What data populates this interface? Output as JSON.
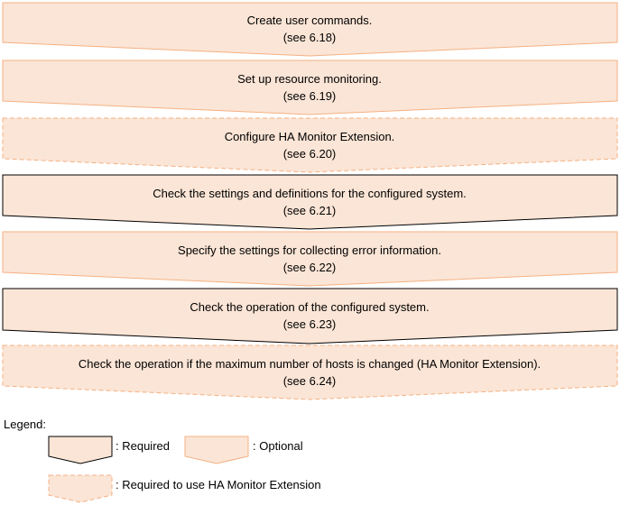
{
  "colors": {
    "fill": "#fbe5d6",
    "required_stroke": "#000000",
    "optional_stroke": "#f4b183",
    "ha_stroke": "#f4b183"
  },
  "steps": [
    {
      "title": "Create user commands.",
      "ref": "(see 6.18)",
      "kind": "optional"
    },
    {
      "title": "Set up resource monitoring.",
      "ref": "(see 6.19)",
      "kind": "optional"
    },
    {
      "title": "Configure HA Monitor Extension.",
      "ref": "(see 6.20)",
      "kind": "ha"
    },
    {
      "title": "Check the settings and definitions for the configured system.",
      "ref": "(see 6.21)",
      "kind": "required"
    },
    {
      "title": "Specify the settings for collecting error information.",
      "ref": "(see 6.22)",
      "kind": "optional"
    },
    {
      "title": "Check the operation of the configured system.",
      "ref": "(see 6.23)",
      "kind": "required"
    },
    {
      "title": "Check the operation if the maximum number of hosts is changed (HA Monitor Extension).",
      "ref": "(see 6.24)",
      "kind": "ha"
    }
  ],
  "legend": {
    "title": "Legend:",
    "required": ": Required",
    "optional": ": Optional",
    "ha": ": Required to use HA Monitor Extension"
  }
}
